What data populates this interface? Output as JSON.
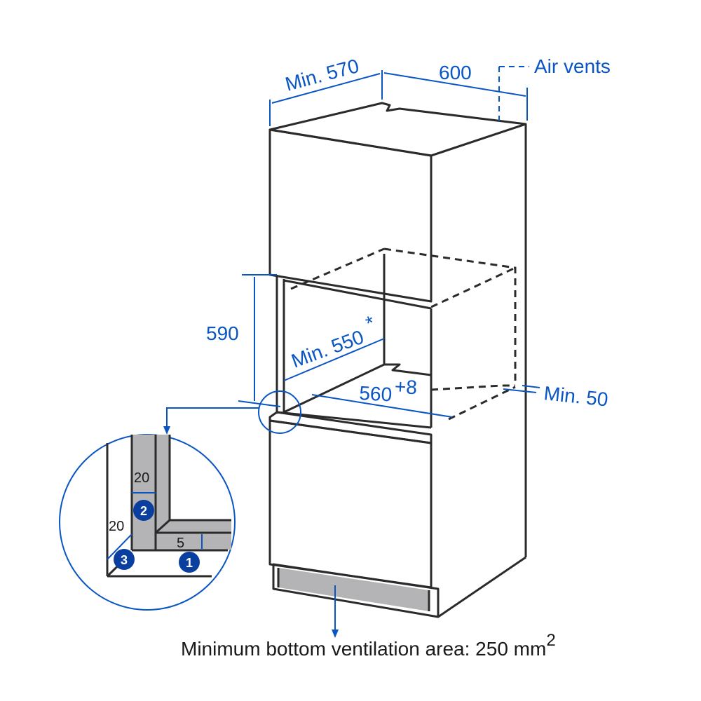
{
  "dimensions": {
    "depth_min": "Min. 570",
    "width": "600",
    "air_vents": "Air vents",
    "niche_height": "590",
    "niche_depth": "Min. 550",
    "niche_depth_note": "*",
    "niche_width": "560",
    "niche_width_tolerance": "+8",
    "rear_gap": "Min. 50"
  },
  "detail": {
    "dim_side": "20",
    "dim_front": "20",
    "dim_bottom": "5",
    "badges": [
      "1",
      "2",
      "3"
    ]
  },
  "caption": {
    "text": "Minimum bottom ventilation area: 250 mm",
    "superscript": "2"
  },
  "colors": {
    "accent": "#0a55c4",
    "line": "#2b2b2b",
    "panel_gray": "#b4b4b6"
  }
}
